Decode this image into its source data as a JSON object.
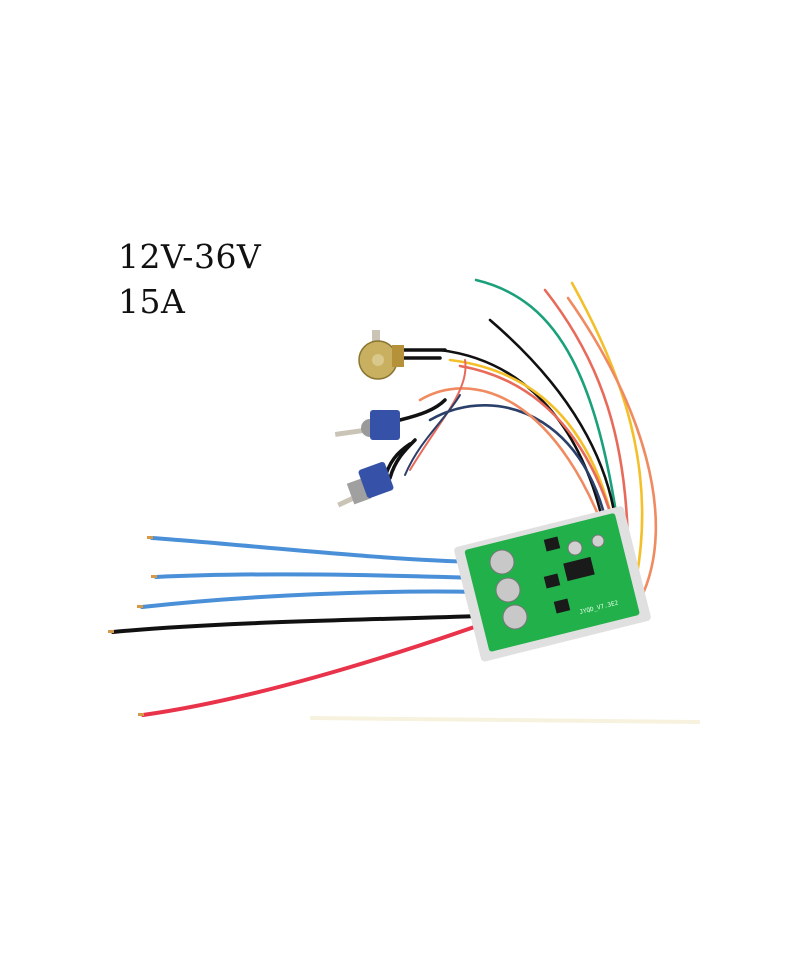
{
  "image": {
    "description": "Product photo of a brushless DC motor driver board with potentiometer, two toggle switches and colored wire leads",
    "specs": {
      "voltage": "12V-36V",
      "current": "15A"
    },
    "board": {
      "color": "#22b04a",
      "silkscreen": "JYQD_V7.3E2",
      "capacitor_count": 3
    },
    "controls": {
      "potentiometer": "potentiometer",
      "switches": [
        "toggle-switch-1",
        "toggle-switch-2"
      ]
    },
    "wires": {
      "left_leads": [
        {
          "color": "#4a90d8",
          "name": "blue"
        },
        {
          "color": "#4a90d8",
          "name": "blue"
        },
        {
          "color": "#4a90d8",
          "name": "blue"
        },
        {
          "color": "#111111",
          "name": "black"
        },
        {
          "color": "#e8334a",
          "name": "red"
        }
      ],
      "right_leads": [
        {
          "color": "#1aa07a",
          "name": "green"
        },
        {
          "color": "#e86a5a",
          "name": "red"
        },
        {
          "color": "#f3c02a",
          "name": "yellow"
        },
        {
          "color": "#f08a60",
          "name": "orange"
        },
        {
          "color": "#111111",
          "name": "black"
        },
        {
          "color": "#2a3f6a",
          "name": "navy"
        }
      ]
    }
  }
}
